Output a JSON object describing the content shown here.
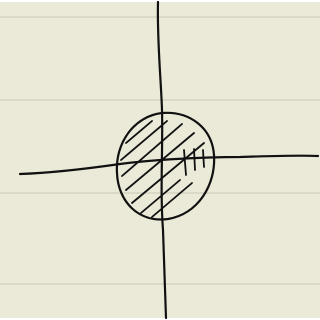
{
  "canvas": {
    "paper_color": "#ebe9d8",
    "rule_line_color": "#c9c7b5",
    "ink_color": "#111111",
    "rule_line_count": 4
  },
  "drawing": {
    "elements": [
      "horizontal-axis-stroke",
      "vertical-axis-stroke",
      "circle-stroke",
      "diagonal-hatching",
      "small-tick-marks"
    ]
  }
}
